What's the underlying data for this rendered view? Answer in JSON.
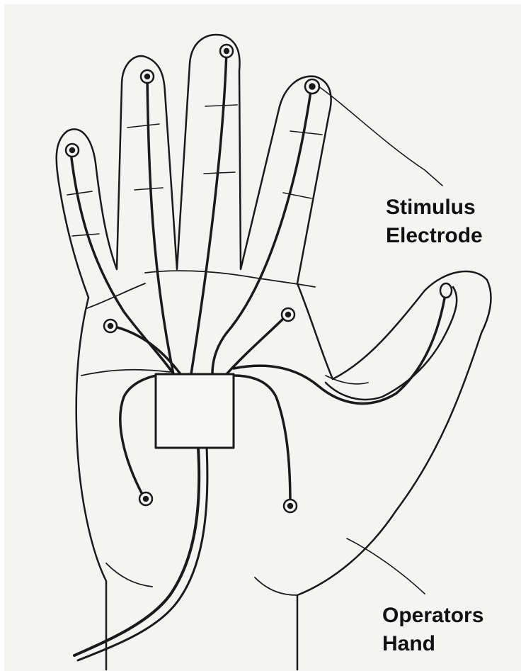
{
  "labels": {
    "stimulus_line1": "Stimulus",
    "stimulus_line2": "Electrode",
    "operator_line1": "Operators",
    "operator_line2": "Hand"
  },
  "colors": {
    "background": "#f4f4f2",
    "ink": "#1a1a1a"
  }
}
